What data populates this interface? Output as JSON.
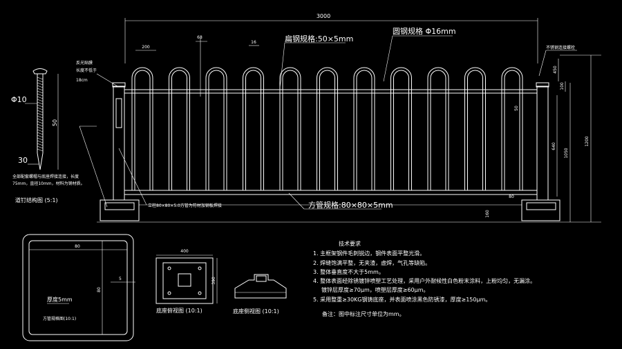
{
  "dimensions": {
    "total_width": "3000",
    "d200": "200",
    "d68": "68",
    "d16": "16",
    "d450": "450",
    "d100": "100",
    "d50": "50",
    "d640": "640",
    "d1050": "1050",
    "d1200": "1200",
    "d80": "80",
    "d160": "160",
    "base_width": "400",
    "base_height": "390",
    "tube_width": "80",
    "tube_height": "80",
    "tube_s": "5"
  },
  "labels": {
    "flat_steel": "扁钢规格:50×5mm",
    "round_steel": "圆钢规格 Φ16mm",
    "square_tube": "方管规格:80×80×5mm",
    "reflective_film": "反光贴膜",
    "reflective_len": "长度不低于",
    "reflective_val": "18cm",
    "phi10": "Φ10",
    "nail_50": "50",
    "nail_30": "30",
    "nail_note1": "全部配套螺帽与底座焊接连接，长度",
    "nail_note2": "75mm，直径10mm，材料为钢材质。",
    "nail_title": "道钉结构图 (5:1)",
    "top_right_note": "不锈钢连接螺栓",
    "bottom_left_note": "立柱80×80×5.0方管为符材加钢板焊接",
    "thickness": "厚度5mm",
    "tube_title": "方管规格图(10:1)",
    "base_top_title": "底座俯视图 (10:1)",
    "base_side_title": "底座侧视图 (10:1)"
  },
  "notes": {
    "title": "技术要求",
    "items": [
      "1. 主框架钢件毛刺锐边，钢件表面平整光滑。",
      "2. 焊缝饱满平整，无夹渣，虚焊，气孔等缺陷。",
      "3. 整体垂直度不大于5mm。",
      "4. 整体表面经除锈镀锌喷塑工艺处理，采用户外耐候性白色粉末涂料，上粉均匀，无漏涂。",
      "镀锌层厚度≥70μm，喷塑层厚度≥60μm。",
      "5. 采用整重≥30KG钢铸底座，并表面喷涂黑色防锈漆，厚度≥150μm。",
      "备注：图中标注尺寸单位为mm。"
    ]
  }
}
